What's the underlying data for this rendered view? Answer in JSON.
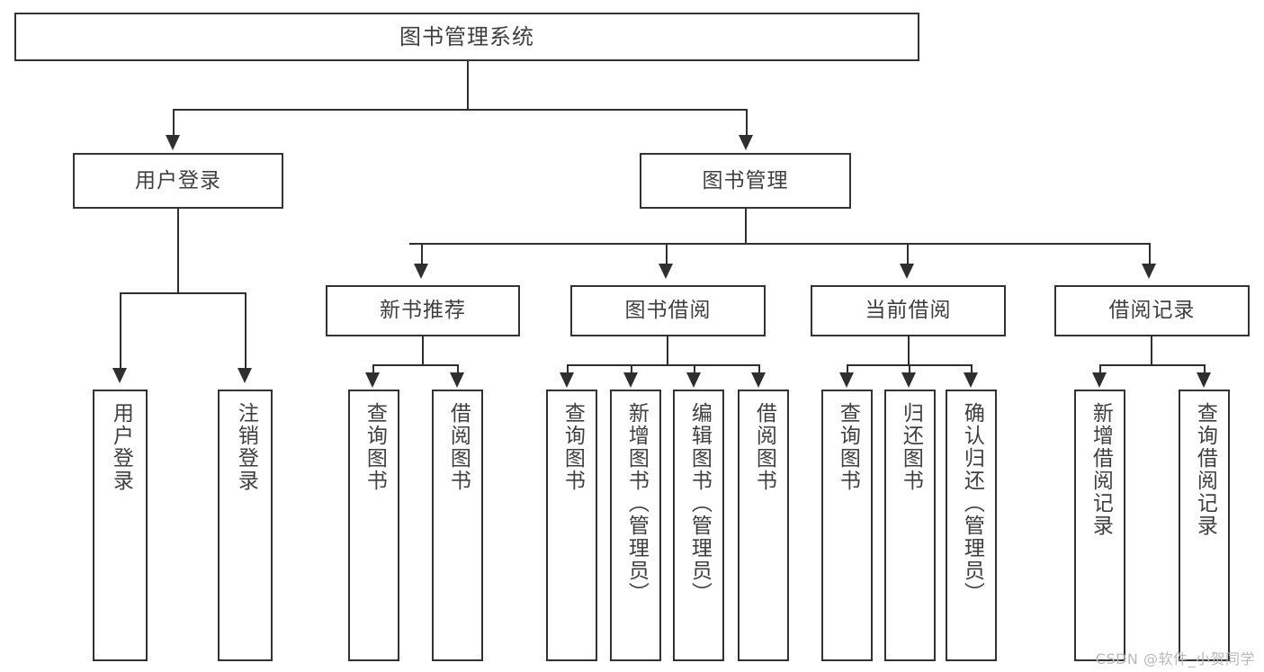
{
  "diagram": {
    "title": "图书管理系统",
    "type": "tree",
    "nodes": {
      "root": {
        "label": "图书管理系统"
      },
      "level2": [
        {
          "id": "user-login",
          "label": "用户登录"
        },
        {
          "id": "book-manage",
          "label": "图书管理"
        }
      ],
      "level3": [
        {
          "id": "new-book-recommend",
          "label": "新书推荐"
        },
        {
          "id": "book-borrow",
          "label": "图书借阅"
        },
        {
          "id": "current-borrow",
          "label": "当前借阅"
        },
        {
          "id": "borrow-record",
          "label": "借阅记录"
        }
      ],
      "leaves": {
        "user-login": [
          {
            "id": "leaf-user-login",
            "label": "用户登录"
          },
          {
            "id": "leaf-user-logout",
            "label": "注销登录"
          }
        ],
        "new-book-recommend": [
          {
            "id": "leaf-query-book-1",
            "label": "查询图书"
          },
          {
            "id": "leaf-borrow-book-1",
            "label": "借阅图书"
          }
        ],
        "book-borrow": [
          {
            "id": "leaf-query-book-2",
            "label": "查询图书"
          },
          {
            "id": "leaf-add-book",
            "label": "新增图书（管理员）"
          },
          {
            "id": "leaf-edit-book",
            "label": "编辑图书（管理员）"
          },
          {
            "id": "leaf-borrow-book-2",
            "label": "借阅图书"
          }
        ],
        "current-borrow": [
          {
            "id": "leaf-query-book-3",
            "label": "查询图书"
          },
          {
            "id": "leaf-return-book",
            "label": "归还图书"
          },
          {
            "id": "leaf-confirm-return",
            "label": "确认归还（管理员）"
          }
        ],
        "borrow-record": [
          {
            "id": "leaf-add-record",
            "label": "新增借阅记录"
          },
          {
            "id": "leaf-query-record",
            "label": "查询借阅记录"
          }
        ]
      }
    },
    "colors": {
      "box_border": "#333333",
      "connector": "#2f2f2f",
      "text": "#3f3f3f",
      "background": "#ffffff",
      "watermark": "#b9b9b9"
    }
  },
  "watermark": {
    "text": "CSDN @软件_小贺同学"
  }
}
